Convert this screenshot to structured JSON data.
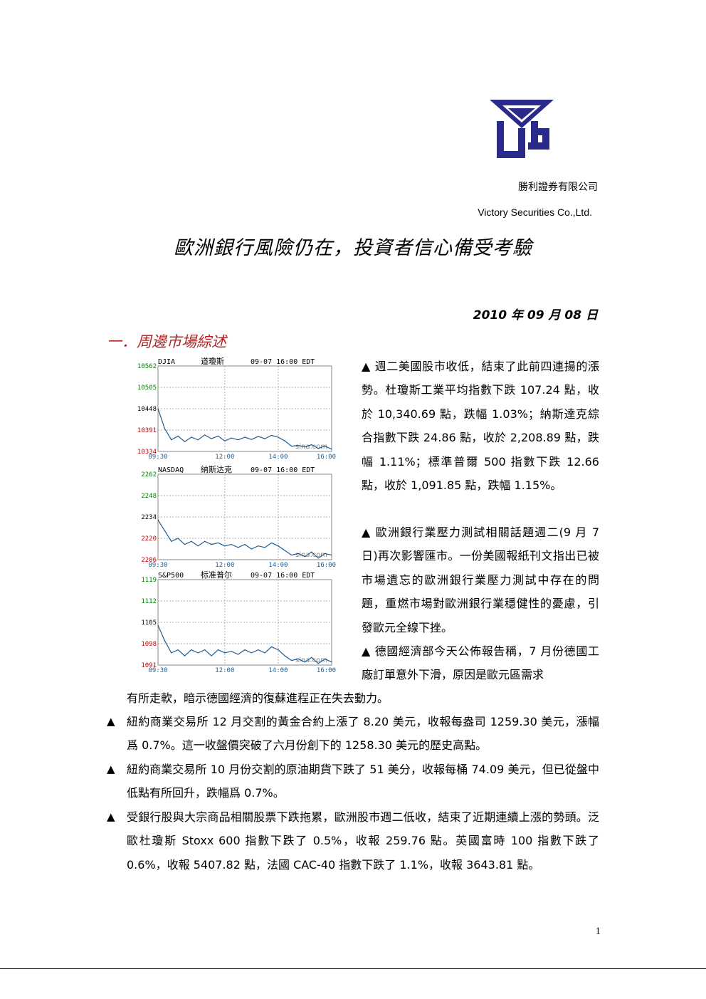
{
  "header": {
    "company_cn": "勝利證券有限公司",
    "company_en": "Victory Securities Co.,Ltd.",
    "logo_icon": "victory-logo-icon",
    "logo_color": "#2a2a8a"
  },
  "title": "歐洲銀行風險仍在，投資者信心備受考驗",
  "date": "2010 年 09 月 08 日",
  "section": {
    "heading": "一．周邊市場綜述",
    "heading_color": "#b22222"
  },
  "paragraphs": {
    "p1": "▲ 週二美國股市收低，結束了此前四連揚的漲勢。杜瓊斯工業平均指數下跌 107.24 點，收於 10,340.69 點，跌幅 1.03%；納斯達克綜合指數下跌 24.86 點，收於 2,208.89 點，跌幅 1.11%；標準普爾 500 指數下跌 12.66 點，收於 1,091.85 點，跌幅 1.15%。",
    "p2": "▲ 歐洲銀行業壓力測試相關話題週二(9 月 7 日)再次影響匯市。一份美國報紙刊文指出已被市場遺忘的歐洲銀行業壓力測試中存在的問題，重燃市場對歐洲銀行業穩健性的憂慮，引發歐元全線下挫。",
    "p3": "▲ 德國經濟部今天公佈報告稱，7 月份德國工廠訂單意外下滑，原因是歐元區需求",
    "p3_cont": "有所走軟，暗示德國經濟的復蘇進程正在失去動力。"
  },
  "bullets": [
    {
      "marker": "▲",
      "text": "紐約商業交易所 12 月交割的黃金合約上漲了 8.20 美元，收報每盎司 1259.30 美元，漲幅爲 0.7%。這一收盤價突破了六月份創下的 1258.30 美元的歷史高點。"
    },
    {
      "marker": "▲",
      "text": "紐約商業交易所 10 月份交割的原油期貨下跌了 51 美分，收報每桶 74.09 美元，但已從盤中低點有所回升，跌幅爲 0.7%。"
    },
    {
      "marker": "▲",
      "text": "受銀行股與大宗商品相關股票下跌拖累，歐洲股市週二低收，結束了近期連續上漲的勢頭。泛歐杜瓊斯 Stoxx 600 指數下跌了 0.5%，收報 259.76 點。英國富時 100 指數下跌了 0.6%，收報 5407.82 點，法國 CAC-40 指數下跌了 1.1%，收報 3643.81 點。"
    }
  ],
  "page_number": "1",
  "chart_data": [
    {
      "type": "line",
      "title": "DJIA",
      "title_cn": "道瓊斯",
      "datetime": "09-07 16:00 EDT",
      "watermark": "sina.com",
      "yticks": [
        "10562",
        "10505",
        "10448",
        "10391",
        "10334"
      ],
      "ylim": [
        10334,
        10562
      ],
      "xticks": [
        "09:30",
        "12:00",
        "14:00",
        "16:00"
      ],
      "x": [
        "09:30",
        "09:45",
        "10:00",
        "10:15",
        "10:30",
        "10:45",
        "11:00",
        "11:15",
        "11:30",
        "11:45",
        "12:00",
        "12:15",
        "12:30",
        "12:45",
        "13:00",
        "13:15",
        "13:30",
        "13:45",
        "14:00",
        "14:15",
        "14:30",
        "14:45",
        "15:00",
        "15:15",
        "15:30",
        "15:45",
        "16:00"
      ],
      "values": [
        10448,
        10395,
        10365,
        10375,
        10360,
        10372,
        10365,
        10378,
        10368,
        10375,
        10362,
        10370,
        10365,
        10372,
        10366,
        10374,
        10368,
        10377,
        10372,
        10362,
        10348,
        10350,
        10346,
        10352,
        10342,
        10348,
        10340
      ],
      "line_color": "#1f5b8f",
      "up_color": "#008000",
      "down_color": "#cc0000",
      "base_index": 2
    },
    {
      "type": "line",
      "title": "NASDAQ",
      "title_cn": "納斯达克",
      "datetime": "09-07 16:00 EDT",
      "watermark": "sina.com",
      "yticks": [
        "2262",
        "2248",
        "2234",
        "2220",
        "2206"
      ],
      "ylim": [
        2206,
        2262
      ],
      "xticks": [
        "09:30",
        "12:00",
        "14:00",
        "16:00"
      ],
      "x": [
        "09:30",
        "09:45",
        "10:00",
        "10:15",
        "10:30",
        "10:45",
        "11:00",
        "11:15",
        "11:30",
        "11:45",
        "12:00",
        "12:15",
        "12:30",
        "12:45",
        "13:00",
        "13:15",
        "13:30",
        "13:45",
        "14:00",
        "14:15",
        "14:30",
        "14:45",
        "15:00",
        "15:15",
        "15:30",
        "15:45",
        "16:00"
      ],
      "values": [
        2232,
        2225,
        2218,
        2220,
        2216,
        2218,
        2215,
        2218,
        2216,
        2217,
        2215,
        2216,
        2214,
        2216,
        2213,
        2215,
        2214,
        2217,
        2215,
        2212,
        2209,
        2210,
        2208,
        2211,
        2207,
        2210,
        2209
      ],
      "line_color": "#1f5b8f",
      "up_color": "#008000",
      "down_color": "#cc0000",
      "base_index": 2
    },
    {
      "type": "line",
      "title": "S&P500",
      "title_cn": "标准普尔",
      "datetime": "09-07 16:00 EDT",
      "watermark": "sina.com",
      "yticks": [
        "1119",
        "1112",
        "1105",
        "1098",
        "1091"
      ],
      "ylim": [
        1091,
        1119
      ],
      "xticks": [
        "09:30",
        "12:00",
        "14:00",
        "16:00"
      ],
      "x": [
        "09:30",
        "09:45",
        "10:00",
        "10:15",
        "10:30",
        "10:45",
        "11:00",
        "11:15",
        "11:30",
        "11:45",
        "12:00",
        "12:15",
        "12:30",
        "12:45",
        "13:00",
        "13:15",
        "13:30",
        "13:45",
        "14:00",
        "14:15",
        "14:30",
        "14:45",
        "15:00",
        "15:15",
        "15:30",
        "15:45",
        "16:00"
      ],
      "values": [
        1104,
        1099,
        1095,
        1096,
        1094,
        1096,
        1095,
        1096,
        1094,
        1096,
        1095,
        1095.5,
        1094.5,
        1096,
        1095,
        1096,
        1095,
        1097,
        1096,
        1094,
        1092.5,
        1093,
        1092,
        1093.5,
        1091.5,
        1093,
        1092
      ],
      "line_color": "#1f5b8f",
      "up_color": "#008000",
      "down_color": "#cc0000",
      "base_index": 2
    }
  ]
}
